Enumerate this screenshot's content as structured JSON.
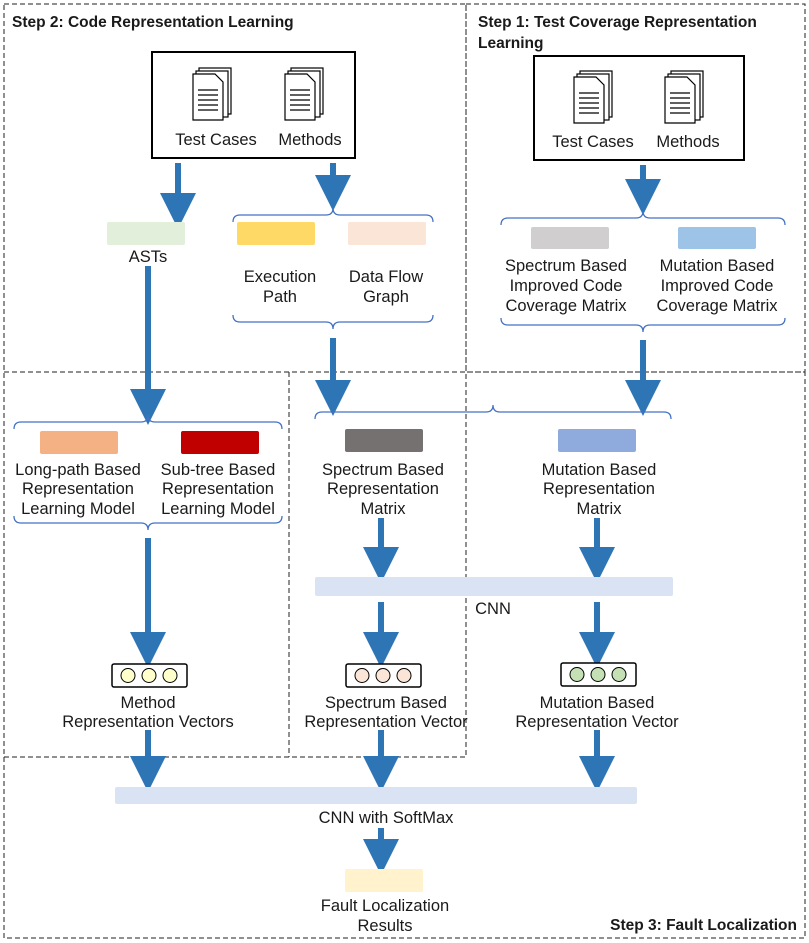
{
  "steps": {
    "step2": "Step 2: Code Representation Learning",
    "step1_line1": "Step 1: Test Coverage Representation",
    "step1_line2": "Learning",
    "step3": "Step 3: Fault Localization"
  },
  "left_input": {
    "test_cases": "Test Cases",
    "methods": "Methods"
  },
  "right_input": {
    "test_cases": "Test Cases",
    "methods": "Methods"
  },
  "asts": "ASTs",
  "execution_path": [
    "Execution",
    "Path"
  ],
  "data_flow_graph": [
    "Data Flow",
    "Graph"
  ],
  "spectrum_cov": [
    "Spectrum Based",
    "Improved Code",
    "Coverage Matrix"
  ],
  "mutation_cov": [
    "Mutation Based",
    "Improved Code",
    "Coverage Matrix"
  ],
  "long_path": [
    "Long-path Based",
    "Representation",
    "Learning Model"
  ],
  "sub_tree": [
    "Sub-tree Based",
    "Representation",
    "Learning Model"
  ],
  "spectrum_matrix": [
    "Spectrum Based",
    "Representation",
    "Matrix"
  ],
  "mutation_matrix": [
    "Mutation Based",
    "Representation",
    "Matrix"
  ],
  "cnn": "CNN",
  "method_vectors": [
    "Method",
    "Representation Vectors"
  ],
  "spectrum_vector": [
    "Spectrum Based",
    "Representation Vector"
  ],
  "mutation_vector": [
    "Mutation Based",
    "Representation Vector"
  ],
  "cnn_softmax": "CNN with SoftMax",
  "fault_results": [
    "Fault Localization",
    "Results"
  ],
  "colors": {
    "arrow": "#2e75b6",
    "brace": "#4472c4",
    "asts": "#e2efda",
    "execution_path": "#ffd966",
    "data_flow_graph": "#fbe5d6",
    "spectrum_cov": "#d0cece",
    "mutation_cov": "#9dc3e6",
    "long_path": "#f4b183",
    "sub_tree": "#c00000",
    "spectrum_matrix": "#767171",
    "mutation_matrix": "#8faadc",
    "cnn_bar": "#dae3f3",
    "fault_results": "#fff2cc",
    "method_dots": "#ffffcc",
    "spectrum_dots": "#fbe5d6",
    "mutation_dots": "#c5e0b4"
  }
}
